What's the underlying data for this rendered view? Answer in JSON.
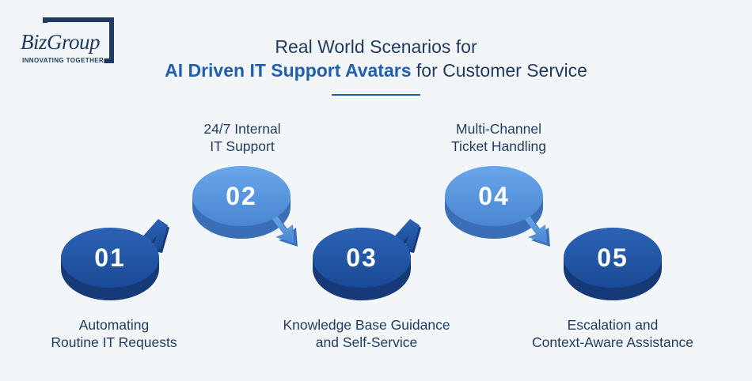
{
  "logo": {
    "brand": "BizGroup",
    "tagline": "INNOVATING TOGETHER"
  },
  "title": {
    "line1": "Real World Scenarios for",
    "highlight": "AI Driven IT Support Avatars",
    "rest": " for Customer Service"
  },
  "steps": [
    {
      "number": "01",
      "label_line1": "Automating",
      "label_line2": "Routine IT Requests"
    },
    {
      "number": "02",
      "label_line1": "24/7 Internal",
      "label_line2": "IT Support"
    },
    {
      "number": "03",
      "label_line1": "Knowledge Base Guidance",
      "label_line2": "and Self-Service"
    },
    {
      "number": "04",
      "label_line1": "Multi-Channel",
      "label_line2": "Ticket Handling"
    },
    {
      "number": "05",
      "label_line1": "Escalation and",
      "label_line2": "Context-Aware Assistance"
    }
  ],
  "colors": {
    "dark_step": "#1f4e9c",
    "dark_step_side": "#163a78",
    "light_step": "#4f8fdc",
    "light_step_side": "#3a6fb7",
    "title": "#1f3a5f",
    "highlight": "#1f5fae"
  }
}
